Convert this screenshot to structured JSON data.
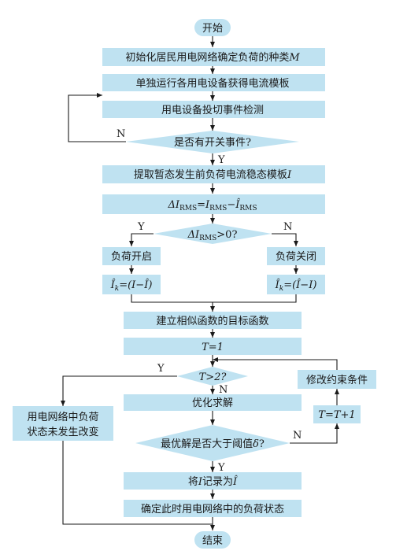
{
  "nodes": {
    "start": "开始",
    "init_text": "初始化居民用电网络确定负荷的种类",
    "init_var": "M",
    "template": "单独运行各用电设备获得电流模板",
    "detect": "用电设备投切事件检测",
    "switch_q": "是否有开关事件?",
    "extract_text": "提取暂态发生前负荷电流稳态模板",
    "extract_var": "I",
    "delta_eq": "ΔI",
    "delta_rms": "RMS",
    "delta_eq2": "=I",
    "delta_rms2": "RMS",
    "delta_eq3": "−Î",
    "delta_rms3": "RMS",
    "delta_q": "ΔI",
    "delta_q_rms": "RMS",
    "delta_q_tail": ">0?",
    "load_on": "负荷开启",
    "load_off": "负荷关闭",
    "ik_left_head": "Î",
    "ik_left_sub": "k",
    "ik_left_tail": "=(I−Î)",
    "ik_right_head": "Î",
    "ik_right_sub": "k",
    "ik_right_tail": "=(Î−I)",
    "objective": "建立相似函数的目标函数",
    "t_init": "T=1",
    "t_q": "T>2?",
    "optimize": "优化求解",
    "modify": "修改约束条件",
    "t_inc": "T=T+1",
    "best_q_text": "最优解是否大于阈值",
    "best_q_var": "δ",
    "best_q_tail": "?",
    "record_pre": "将",
    "record_var": "I",
    "record_mid": "记录为",
    "record_var2": "Î",
    "final": "确定此时用电网络中的负荷状态",
    "unchanged_l1": "用电网络中负荷",
    "unchanged_l2": "状态未发生改变",
    "end": "结束"
  },
  "branch_labels": {
    "switch_yes": "Y",
    "switch_no": "N",
    "delta_yes": "Y",
    "delta_no": "N",
    "t_yes": "Y",
    "t_no": "N",
    "best_yes": "Y",
    "best_no": "N"
  },
  "colors": {
    "fill": "#bfe2f1",
    "line": "#1a1a1a"
  }
}
